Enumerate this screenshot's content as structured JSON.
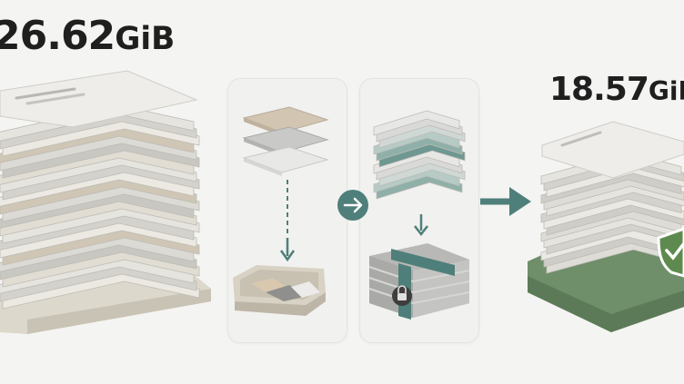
{
  "before": {
    "size_value": "26.62",
    "size_unit": "GiB"
  },
  "after": {
    "size_value": "18.57",
    "size_unit": "GiB"
  },
  "icons": {
    "step_arrow": "arrow-right-circle-icon",
    "result_arrow": "arrow-right-icon",
    "lock": "lock-icon",
    "shield": "shield-check-icon"
  },
  "colors": {
    "background": "#f4f4f2",
    "accent_teal": "#4f7f7a",
    "base_green": "#6f8f6a",
    "base_beige": "#ddd8cc",
    "paper": "#e9e7e2"
  }
}
